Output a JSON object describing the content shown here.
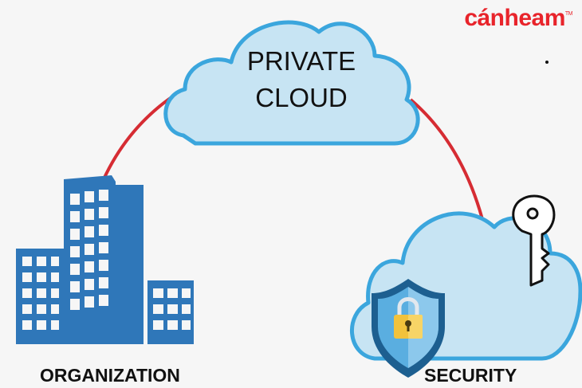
{
  "brand": {
    "name": "cánheam",
    "trademark": "TM",
    "color": "#e8242b"
  },
  "private_cloud": {
    "line1": "PRIVATE",
    "line2": "CLOUD"
  },
  "labels": {
    "organization": "ORGANIZATION",
    "security": "SECURITY"
  },
  "icons": [
    "cloud-icon",
    "building-icon",
    "shield-lock-icon",
    "key-icon"
  ],
  "colors": {
    "cloud_fill": "#c7e4f3",
    "cloud_stroke": "#3ba6dd",
    "building": "#2f77b9",
    "arc": "#d62c33",
    "shield_outer": "#1d5f90",
    "lock": "#f2c23c"
  }
}
